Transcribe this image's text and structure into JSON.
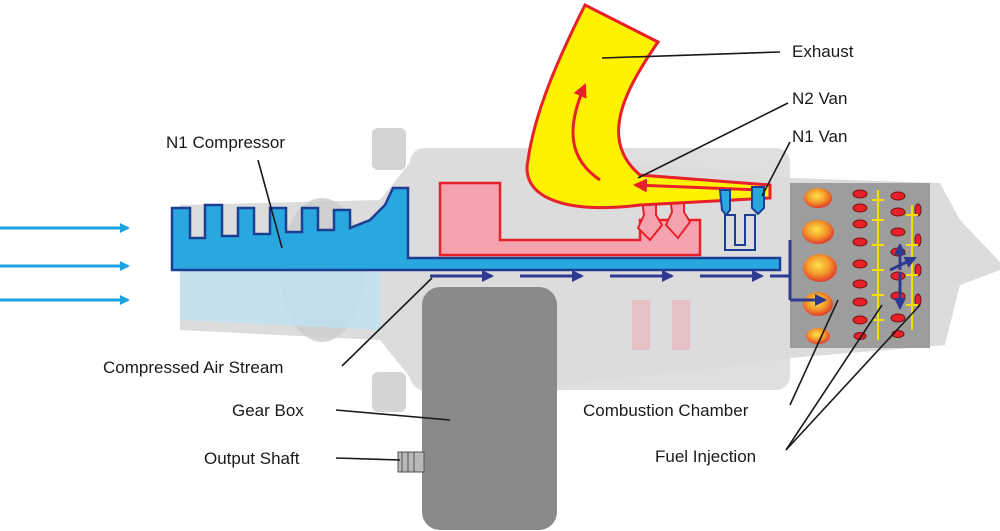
{
  "labels": {
    "exhaust": "Exhaust",
    "n2_van": "N2 Van",
    "n1_van": "N1 Van",
    "n1_compressor": "N1 Compressor",
    "compressed_air_stream": "Compressed Air Stream",
    "gear_box": "Gear Box",
    "output_shaft": "Output Shaft",
    "combustion_chamber": "Combustion Chamber",
    "fuel_injection": "Fuel Injection"
  },
  "colors": {
    "casing": "#d6d6d6",
    "compressor": "#29a8e0",
    "compressor_edge": "#1c3f94",
    "exhaust_fill": "#fff200",
    "exhaust_edge": "#e8202a",
    "turbine_pink": "#f4a3ae",
    "combustion_gray": "#9d9d9d",
    "gear_box": "#8a8a8a",
    "airflow": "#1aa3e0",
    "internal_flow": "#2e3a91"
  }
}
